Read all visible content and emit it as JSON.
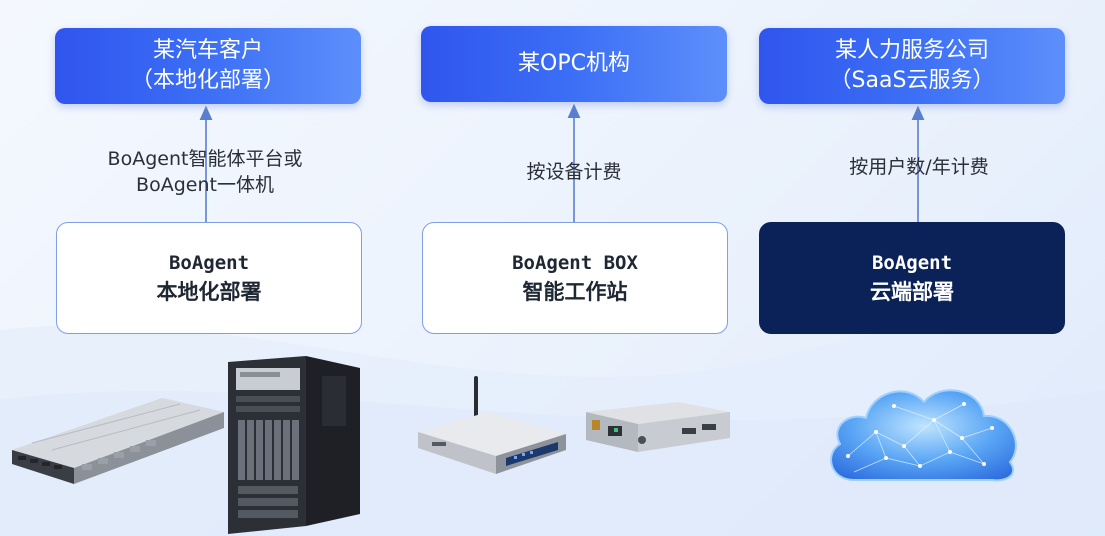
{
  "customers": [
    {
      "line1": "某汽车客户",
      "line2": "（本地化部署）"
    },
    {
      "line1": "某OPC机构",
      "line2": ""
    },
    {
      "line1": "某人力服务公司",
      "line2": "（SaaS云服务）"
    }
  ],
  "billing": [
    {
      "line1": "BoAgent智能体平台或",
      "line2": "BoAgent一体机"
    },
    {
      "line1": "按设备计费",
      "line2": ""
    },
    {
      "line1": "按用户数/年计费",
      "line2": ""
    }
  ],
  "products": [
    {
      "name": "BoAgent",
      "mode": "本地化部署"
    },
    {
      "name": "BoAgent BOX",
      "mode": "智能工作站"
    },
    {
      "name": "BoAgent",
      "mode": "云端部署"
    }
  ],
  "colors": {
    "customer_box": "#3c6ff5",
    "product_box_light": "#ffffff",
    "product_box_dark": "#0b2258",
    "arrow": "#5b7fd0"
  }
}
